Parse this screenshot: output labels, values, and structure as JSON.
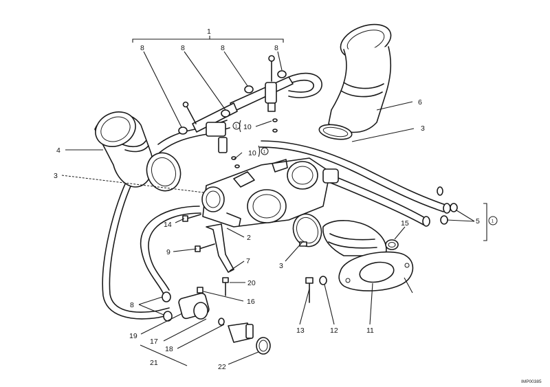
{
  "labels": {
    "l1": "1",
    "l2": "2",
    "l3a": "3",
    "l3b": "3",
    "l3c": "3",
    "l4": "4",
    "l5": "5",
    "l6": "6",
    "l7": "7",
    "l8a": "8",
    "l8b": "8",
    "l8c": "8",
    "l8d": "8",
    "l8e": "8",
    "l9": "9",
    "l10a": "10",
    "l10b": "10",
    "l11": "11",
    "l12": "12",
    "l13": "13",
    "l14": "14",
    "l15": "15",
    "l16": "16",
    "l17": "17",
    "l18": "18",
    "l19": "19",
    "l20": "20",
    "l21": "21",
    "l22": "22"
  },
  "notes": {
    "circled_note": "1"
  },
  "code": "IMP00385"
}
